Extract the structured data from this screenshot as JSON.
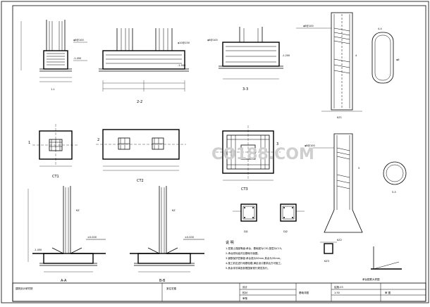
{
  "titles": {
    "section_aa": "A-A",
    "section_bb": "B-B",
    "section_22": "2-2",
    "section_33": "3-3",
    "section_44": "4-4",
    "section_55": "5-5",
    "plan_ct1": "CT1",
    "plan_ct2": "CT2",
    "plan_ct3": "CT3",
    "col_dj1": "DJ1",
    "col_dj2": "DJ2",
    "pile_kz1": "KZ1",
    "pile_kz2": "KZ2",
    "cap_detail": "承台配筋大样图"
  },
  "notes_header": "说 明",
  "notes": [
    "1.混凝土强度等级:承台、基础梁为C30,垫层为C15。",
    "2.承台底标高详见基础平面图。",
    "3.钢筋保护层厚度:承台底为50mm,其余为35mm。",
    "4.施工前应进行地基验槽,满足设计要求后方可施工。",
    "5.其余未尽事宜参照国家现行规范执行。"
  ],
  "title_block": {
    "project_name": "某住宅楼",
    "drawing_title": "基础详图",
    "designer": "设计",
    "checker": "校对",
    "approver": "审核",
    "sheet_no": "结施-03",
    "scale": "1:30",
    "company": "建筑设计研究院",
    "stamp": "审 图"
  },
  "watermark": "CO188.COM"
}
